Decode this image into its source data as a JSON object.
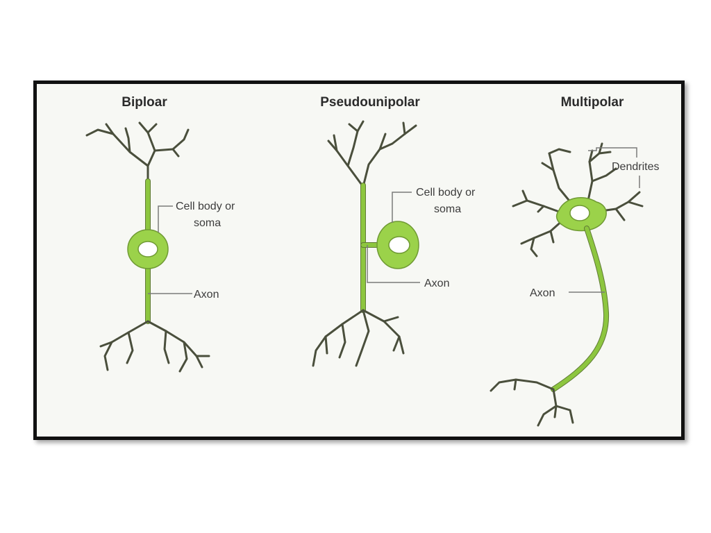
{
  "neurons": [
    {
      "title": "Biploar",
      "labels": {
        "soma_line1": "Cell body or",
        "soma_line2": "soma",
        "axon": "Axon"
      }
    },
    {
      "title": "Pseudounipolar",
      "labels": {
        "soma_line1": "Cell body or",
        "soma_line2": "soma",
        "axon": "Axon"
      }
    },
    {
      "title": "Multipolar",
      "labels": {
        "dendrites": "Dendrites",
        "axon": "Axon"
      }
    }
  ],
  "colors": {
    "soma_fill": "#9bd24a",
    "axon": "#8dc63f",
    "dendrite": "#4a4f3c",
    "frame_border": "#111111"
  }
}
